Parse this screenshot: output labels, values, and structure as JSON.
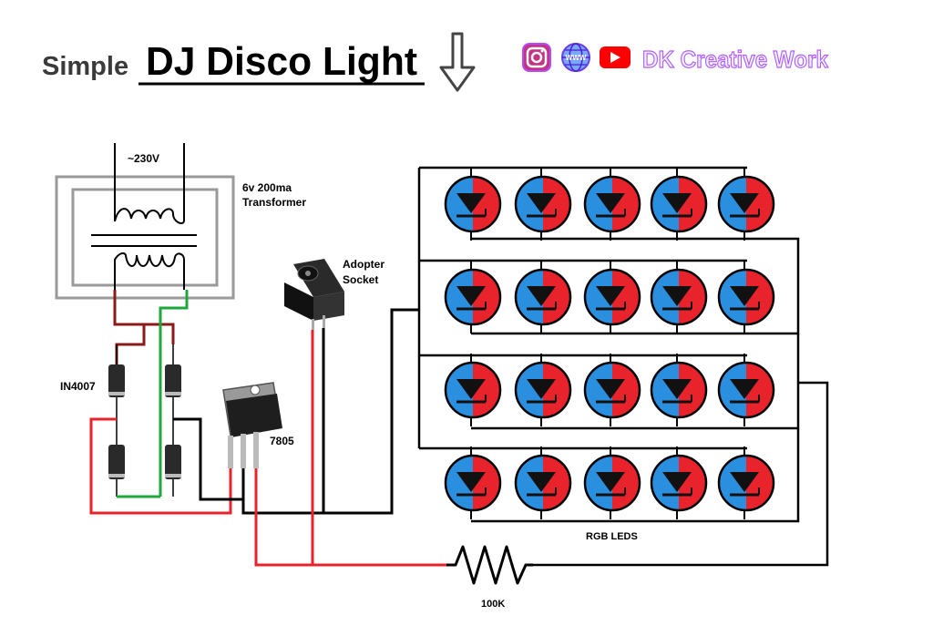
{
  "header": {
    "title_prefix": "Simple",
    "title_main": "DJ Disco Light",
    "channel_name": "DK Creative Work",
    "icons": [
      "instagram-icon",
      "globe-www-icon",
      "youtube-icon",
      "down-arrow-icon"
    ],
    "globe_label": "WWW"
  },
  "labels": {
    "mains_voltage": "~230V",
    "transformer_line1": "6v  200ma",
    "transformer_line2": "Transformer",
    "diode": "IN4007",
    "regulator": "7805",
    "socket_line1": "Adopter",
    "socket_line2": "Socket",
    "leds": "RGB LEDS",
    "resistor": "100K"
  },
  "led_grid": {
    "rows": 4,
    "cols": 5,
    "colors": {
      "left": "#2b8fe0",
      "right": "#e8232b"
    }
  },
  "colors": {
    "red_wire": "#e8232b",
    "green_wire": "#1ea83c",
    "dark_red_wire": "#8b1a1a",
    "black_wire": "#000000",
    "frame": "#9a9a9a"
  }
}
